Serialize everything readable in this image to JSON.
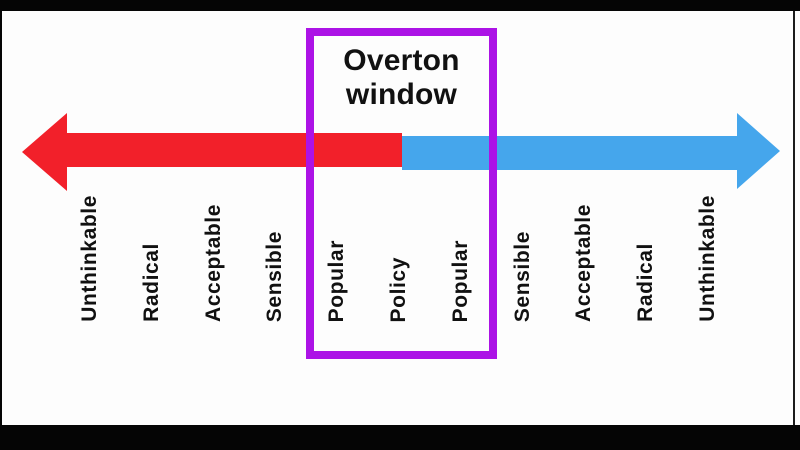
{
  "title": "Overton window",
  "diagram": {
    "type": "spectrum-arrow-diagram",
    "labels": [
      "Unthinkable",
      "Radical",
      "Acceptable",
      "Sensible",
      "Popular",
      "Policy",
      "Popular",
      "Sensible",
      "Acceptable",
      "Radical",
      "Unthinkable"
    ],
    "center_label": "Policy",
    "window_labels": [
      "Popular",
      "Policy",
      "Popular"
    ]
  },
  "colors": {
    "left_arrow": "#f2202a",
    "right_arrow": "#45a6ec",
    "window_border": "#ac13e6",
    "label_text": "#111111",
    "frame": "#050505",
    "canvas": "#fdfdfd"
  }
}
